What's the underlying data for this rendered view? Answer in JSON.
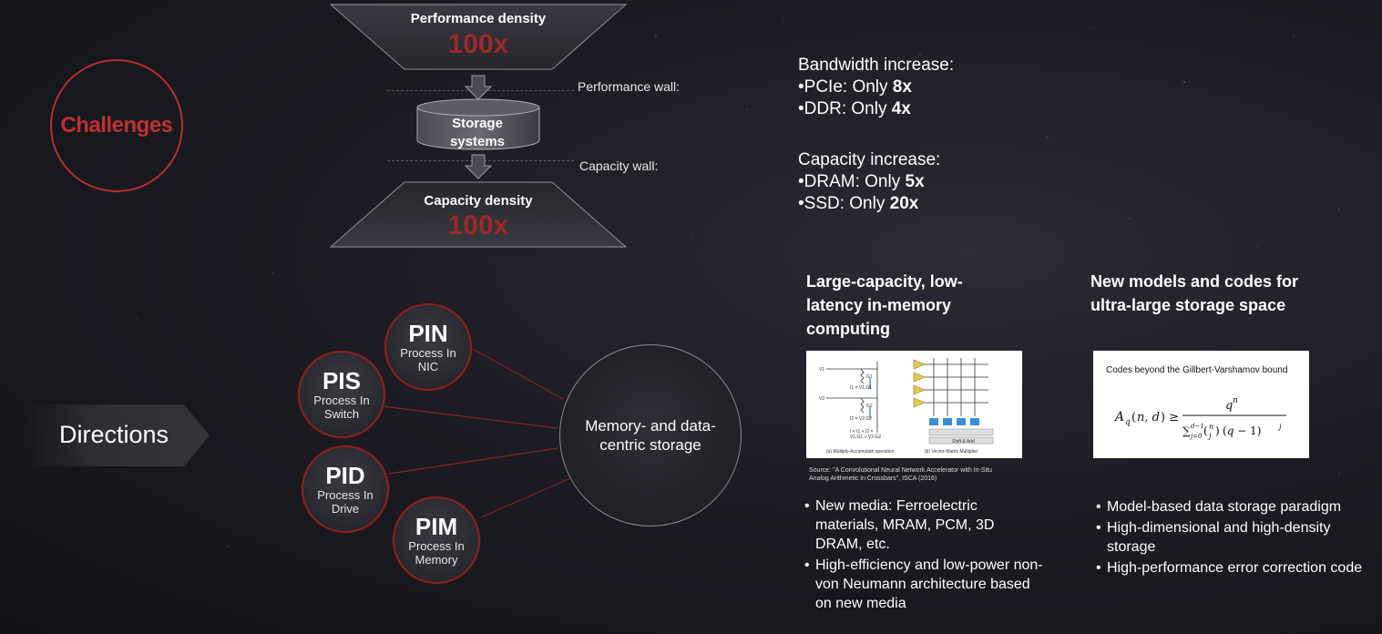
{
  "challenges": {
    "label": "Challenges",
    "performance_density": {
      "label": "Performance density",
      "value": "100x"
    },
    "performance_wall": "Performance wall:",
    "storage_systems": [
      "Storage",
      "systems"
    ],
    "capacity_wall": "Capacity wall:",
    "capacity_density": {
      "label": "Capacity density",
      "value": "100x"
    },
    "bandwidth": {
      "title": "Bandwidth increase:",
      "items": [
        {
          "prefix": "•PCIe: Only ",
          "value": "8x"
        },
        {
          "prefix": "•DDR: Only ",
          "value": "4x"
        }
      ]
    },
    "capacity": {
      "title": "Capacity increase:",
      "items": [
        {
          "prefix": "•DRAM: Only ",
          "value": "5x"
        },
        {
          "prefix": "•SSD: Only ",
          "value": "20x"
        }
      ]
    }
  },
  "directions": {
    "label": "Directions",
    "nodes": [
      {
        "abbr": "PIN",
        "desc": [
          "Process In",
          "NIC"
        ]
      },
      {
        "abbr": "PIS",
        "desc": [
          "Process In",
          "Switch"
        ]
      },
      {
        "abbr": "PID",
        "desc": [
          "Process In",
          "Drive"
        ]
      },
      {
        "abbr": "PIM",
        "desc": [
          "Process In",
          "Memory"
        ]
      }
    ],
    "center": "Memory- and data-centric storage",
    "in_memory": {
      "title": [
        "Large-capacity, low-",
        "latency in-memory",
        "computing"
      ],
      "figure_captions": [
        "(a) Multiply-Accumulate operation",
        "(b) Vector-Matrix Multiplier"
      ],
      "figure_labels": [
        "V1",
        "V2",
        "G1",
        "G2",
        "I1 = V1.G1",
        "I2 = V2.G2",
        "I = I1 + I2 =",
        "V1.G1 + V2.G2",
        "Shift & Add"
      ],
      "source": [
        "Source: \"A Convolutional Neural Network Accelerator with In-Situ",
        "Analog Arithmetic in Crossbars\", ISCA (2016)"
      ],
      "bullets": [
        "New media: Ferroelectric materials, MRAM, PCM, 3D DRAM, etc.",
        "High-efficiency and low-power non-von Neumann architecture based on new media"
      ]
    },
    "new_models": {
      "title": [
        "New models and codes for",
        "ultra-large storage space"
      ],
      "figure_title": "Codes beyond the Gillbert-Varshamov bound",
      "formula_lhs": "A",
      "bullets": [
        "Model-based data storage paradigm",
        "High-dimensional and high-density storage",
        "High-performance error correction code"
      ]
    }
  },
  "colors": {
    "accent_red": "#c0312f",
    "value_red": "#9c2a28",
    "background": "#1c1c24"
  }
}
